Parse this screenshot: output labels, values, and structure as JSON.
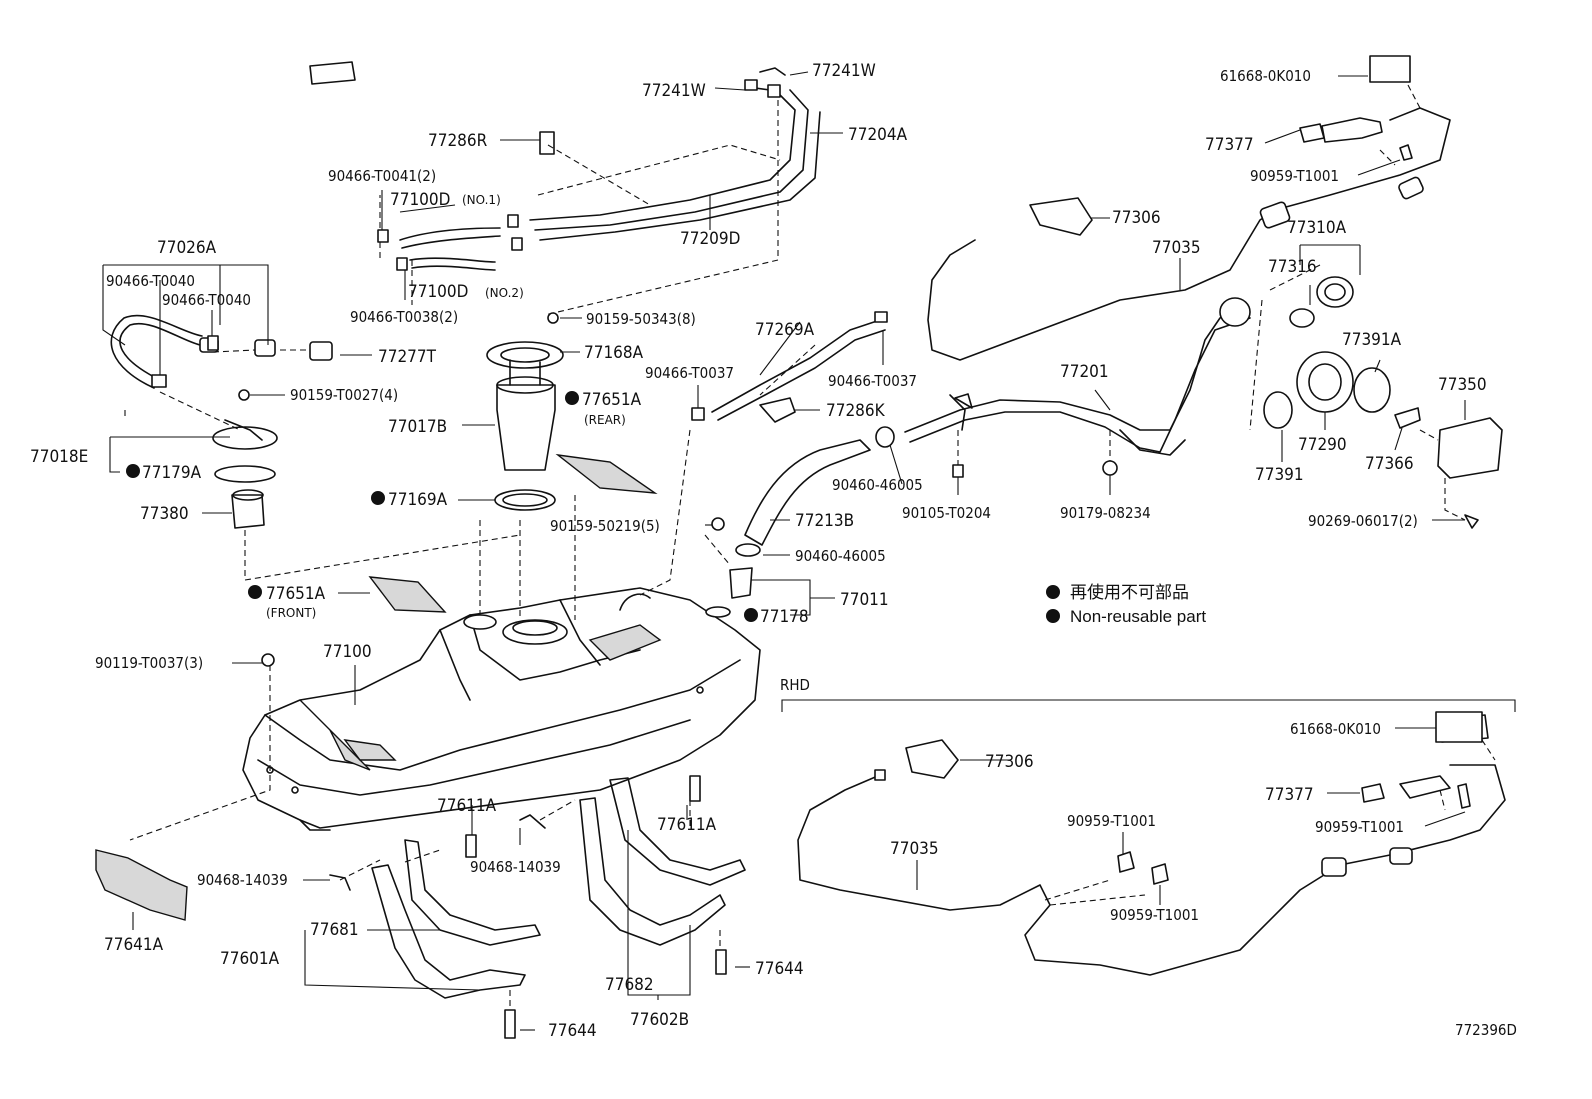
{
  "diagram_id": "772396D",
  "rhd_label": "RHD",
  "legend": {
    "jp": "再使用不可部品",
    "en": "Non-reusable part"
  },
  "labels": {
    "p77241W_a": "77241W",
    "p77241W_b": "77241W",
    "p77204A": "77204A",
    "p77286R": "77286R",
    "p90466_T0041": "90466-T0041(2)",
    "p77100D_1": "77100D",
    "p77100D_1_sub": "(NO.1)",
    "p77209D": "77209D",
    "p77100D_2": "77100D",
    "p77100D_2_sub": "(NO.2)",
    "p90466_T0038": "90466-T0038(2)",
    "p77026A": "77026A",
    "p90466_T0040_a": "90466-T0040",
    "p90466_T0040_b": "90466-T0040",
    "p77277T": "77277T",
    "p90159_50343": "90159-50343(8)",
    "p77168A": "77168A",
    "p77269A": "77269A",
    "p90466_T0037_a": "90466-T0037",
    "p90466_T0037_b": "90466-T0037",
    "p90159_T0027": "90159-T0027(4)",
    "p77017B": "77017B",
    "p77651A_rear": "77651A",
    "p77651A_rear_sub": "(REAR)",
    "p77286K": "77286K",
    "p77018E": "77018E",
    "p77179A": "77179A",
    "p77380": "77380",
    "p77169A": "77169A",
    "p90159_50219": "90159-50219(5)",
    "p77213B": "77213B",
    "p90460_46005_a": "90460-46005",
    "p90460_46005_b": "90460-46005",
    "p77011": "77011",
    "p77178": "77178",
    "p77651A_front": "77651A",
    "p77651A_front_sub": "(FRONT)",
    "p90119_T0037": "90119-T0037(3)",
    "p77100": "77100",
    "p77611A_a": "77611A",
    "p77611A_b": "77611A",
    "p90468_14039_a": "90468-14039",
    "p90468_14039_b": "90468-14039",
    "p77641A": "77641A",
    "p77681": "77681",
    "p77601A": "77601A",
    "p77644_a": "77644",
    "p77644_b": "77644",
    "p77682": "77682",
    "p77602B": "77602B",
    "p61668_0K010_a": "61668-0K010",
    "p77377_a": "77377",
    "p90959_T1001_a": "90959-T1001",
    "p77306_a": "77306",
    "p77035_a": "77035",
    "p77310A": "77310A",
    "p77316": "77316",
    "p77391A": "77391A",
    "p77201": "77201",
    "p77350": "77350",
    "p90105_T0204": "90105-T0204",
    "p90179_08234": "90179-08234",
    "p77391": "77391",
    "p77290": "77290",
    "p77366": "77366",
    "p90269_06017": "90269-06017(2)",
    "p61668_0K010_b": "61668-0K010",
    "p77306_b": "77306",
    "p77377_b": "77377",
    "p90959_T1001_b": "90959-T1001",
    "p90959_T1001_c": "90959-T1001",
    "p77035_b": "77035",
    "p90959_T1001_d": "90959-T1001"
  }
}
